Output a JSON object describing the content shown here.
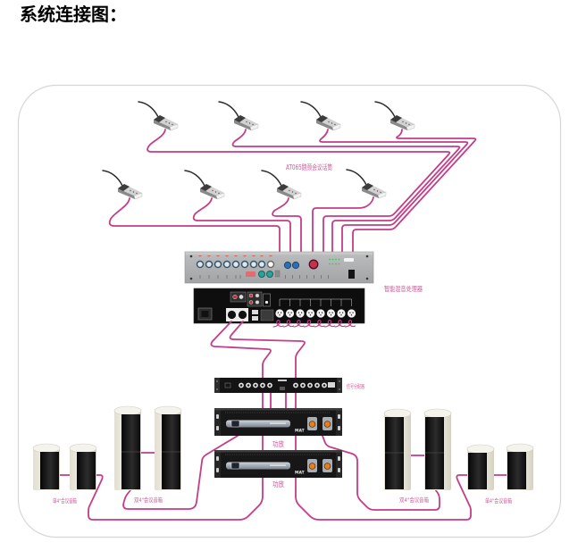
{
  "page": {
    "title": "系统连接图："
  },
  "colors": {
    "cable": "#c43d87",
    "label": "#cf5c9b",
    "background": "#ffffff",
    "frame_border": "#d6d6d6"
  },
  "microphones": {
    "label": "AT065鹅颈会议话筒"
  },
  "mixer": {
    "label": "智能混音处理器"
  },
  "distributor": {
    "label": "信号分配器"
  },
  "amplifiers": [
    {
      "label": "功放",
      "brand": "MAT"
    },
    {
      "label": "功放",
      "brand": "MAT"
    }
  ],
  "speakers": [
    {
      "label": "单4\"会议音箱",
      "type": "single 4-inch",
      "side": "left"
    },
    {
      "label": "双4\"会议音箱",
      "type": "dual 4-inch",
      "side": "left"
    },
    {
      "label": "双4\"会议音箱",
      "type": "dual 4-inch",
      "side": "right"
    },
    {
      "label": "单4\"会议音箱",
      "type": "single 4-inch",
      "side": "right"
    }
  ]
}
